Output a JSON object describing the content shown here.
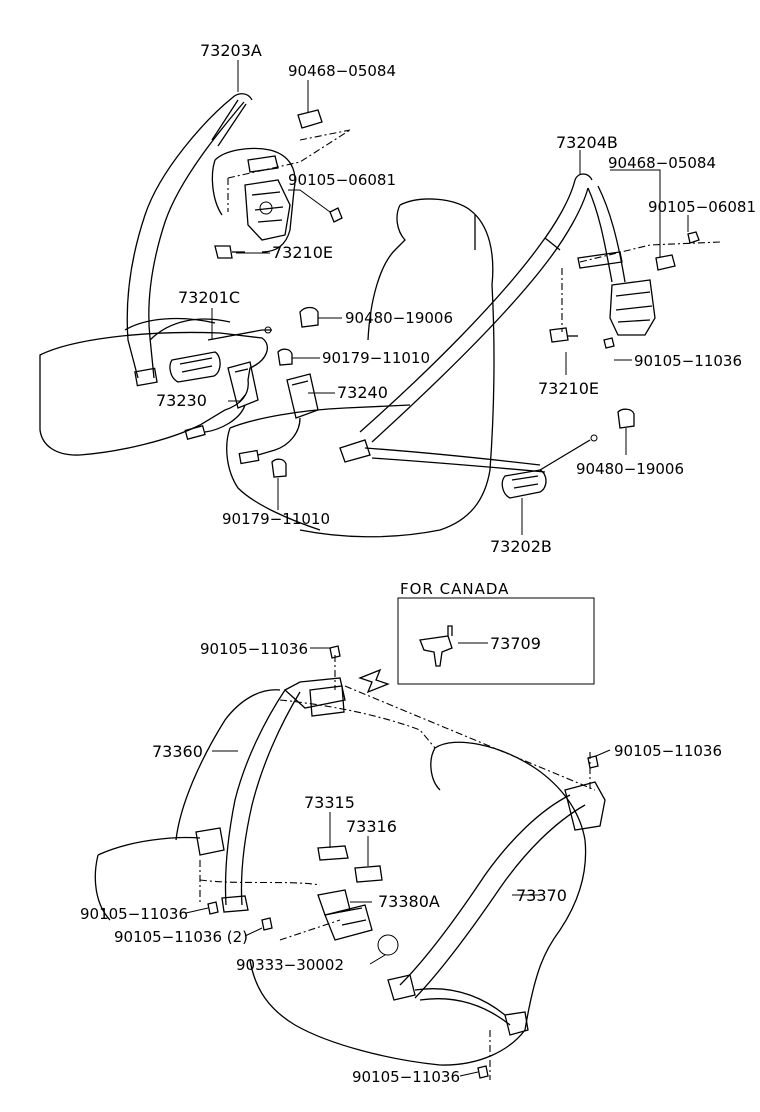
{
  "labels": {
    "p73203A": "73203A",
    "p90468_top": "90468−05084",
    "p90105_06081_top": "90105−06081",
    "p73210E_top": "73210E",
    "p73201C": "73201C",
    "p90480_19006_top": "90480−19006",
    "p90179_11010_top": "90179−11010",
    "p73230": "73230",
    "p73240": "73240",
    "p90179_11010_bot": "90179−11010",
    "p73204B": "73204B",
    "p90468_right": "90468−05084",
    "p90105_06081_right": "90105−06081",
    "p90105_11036_right": "90105−11036",
    "p73210E_right": "73210E",
    "p90480_19006_right": "90480−19006",
    "p73202B": "73202B",
    "canada_title": "FOR CANADA",
    "p73709": "73709",
    "p90105_11036_rear_top": "90105−11036",
    "p73360": "73360",
    "p90105_11036_rear_right": "90105−11036",
    "p73315": "73315",
    "p73316": "73316",
    "p73380A": "73380A",
    "p73370": "73370",
    "p90105_11036_rear_left": "90105−11036",
    "p90105_11036_2": "90105−11036 (2)",
    "p90333_30002": "90333−30002",
    "p90105_11036_rear_bottom": "90105−11036"
  }
}
